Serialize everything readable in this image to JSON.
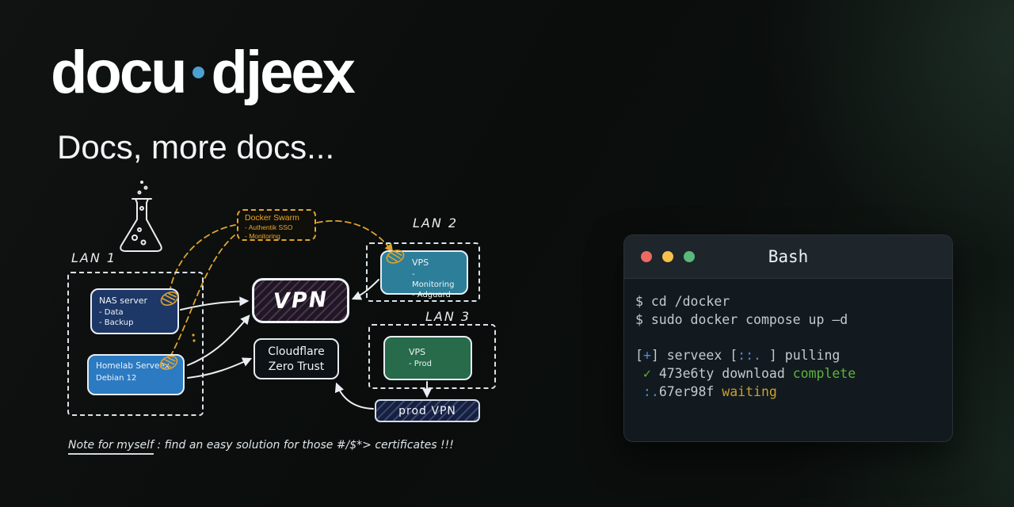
{
  "brand": {
    "left": "docu",
    "right": "djeex",
    "dot_color": "#4ba1cf"
  },
  "tagline": "Docs, more docs...",
  "diagram": {
    "lan1": "LAN 1",
    "lan2": "LAN 2",
    "lan3": "LAN 3",
    "nas": {
      "title": "NAS server",
      "line1": "- Data",
      "line2": "- Backup"
    },
    "homelab": {
      "title": "Homelab Serveex",
      "line1": "Debian 12"
    },
    "swarm": {
      "title": "Docker Swarm",
      "line1": "- Authentik SSO",
      "line2": "- Monitoring"
    },
    "vps_lan2": {
      "title": "VPS",
      "line1": "- Monitoring",
      "line2": "- Adguard"
    },
    "vpn": "VPN",
    "cloudflare": {
      "line1": "Cloudflare",
      "line2": "Zero Trust"
    },
    "vps_lan3": {
      "title": "VPS",
      "line1": "- Prod"
    },
    "prod_vpn": "prod VPN",
    "note_underlined": "Note for myself",
    "note_rest": " : find an easy solution for those #/$*> certificates !!!"
  },
  "terminal": {
    "title": "Bash",
    "line1": "$ cd /docker",
    "line2": "$ sudo docker compose up —d",
    "pull": {
      "open": "[",
      "plus": "+",
      "close": "] ",
      "name": "serveex ",
      "open2": "[",
      "spinner": "::.",
      "close2": " ] ",
      "action": "pulling"
    },
    "download": {
      "check": " ✓ ",
      "text": "473e6ty download ",
      "status": "complete"
    },
    "waiting": {
      "spinner": " :.",
      "id": "67er98f ",
      "status": "waiting"
    }
  },
  "colors": {
    "accent_blue": "#4ba1cf",
    "terminal_blue": "#4d8ed8",
    "terminal_green": "#5fb33c",
    "terminal_yellow": "#c9a02e",
    "diagram_orange": "#dfa32e"
  }
}
